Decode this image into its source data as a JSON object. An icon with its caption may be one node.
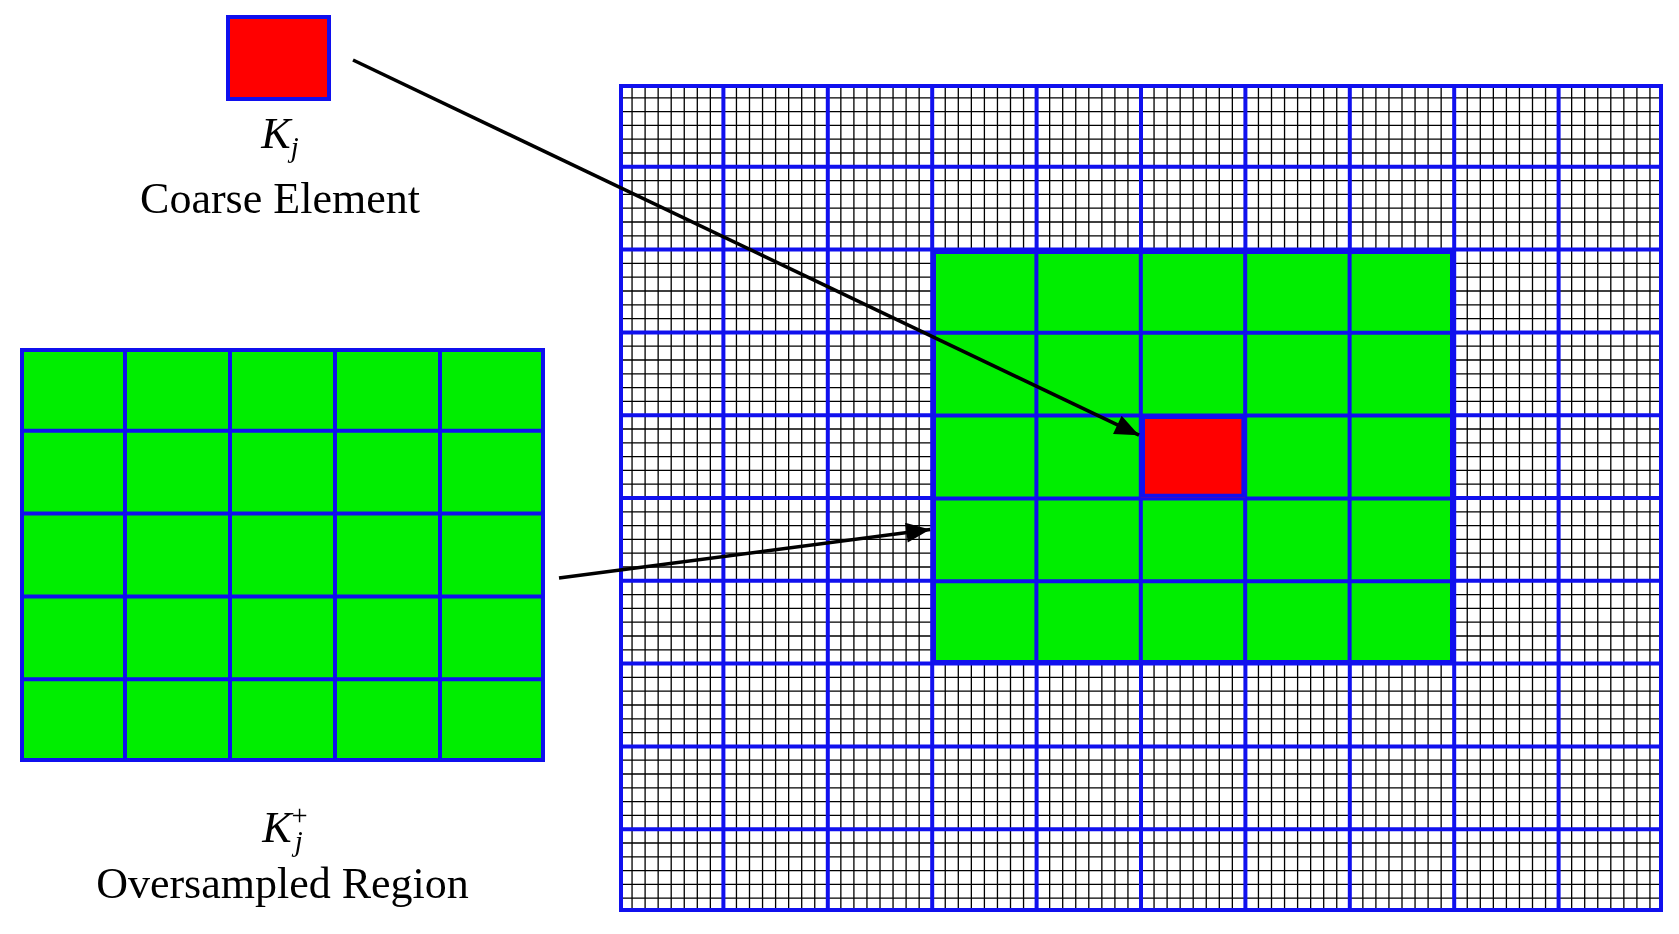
{
  "diagram": {
    "nodes": [
      {
        "text": [
          "*K*$_{j}$",
          "Coarse Element"
        ]
      },
      {
        "text": [
          "*K*$^{+}$$_{j}$",
          "Oversampled Region"
        ]
      },
      {
        "text": [],
        "shape": "box"
      },
      {
        "text": [],
        "shape": "box",
        "in": 2
      },
      {
        "text": [],
        "shape": "box",
        "in": 3
      }
    ],
    "edges": [
      {
        "from": 0,
        "to": 4,
        "arrow": "to"
      },
      {
        "from": 1,
        "to": 3,
        "arrow": "to"
      }
    ]
  }
}
